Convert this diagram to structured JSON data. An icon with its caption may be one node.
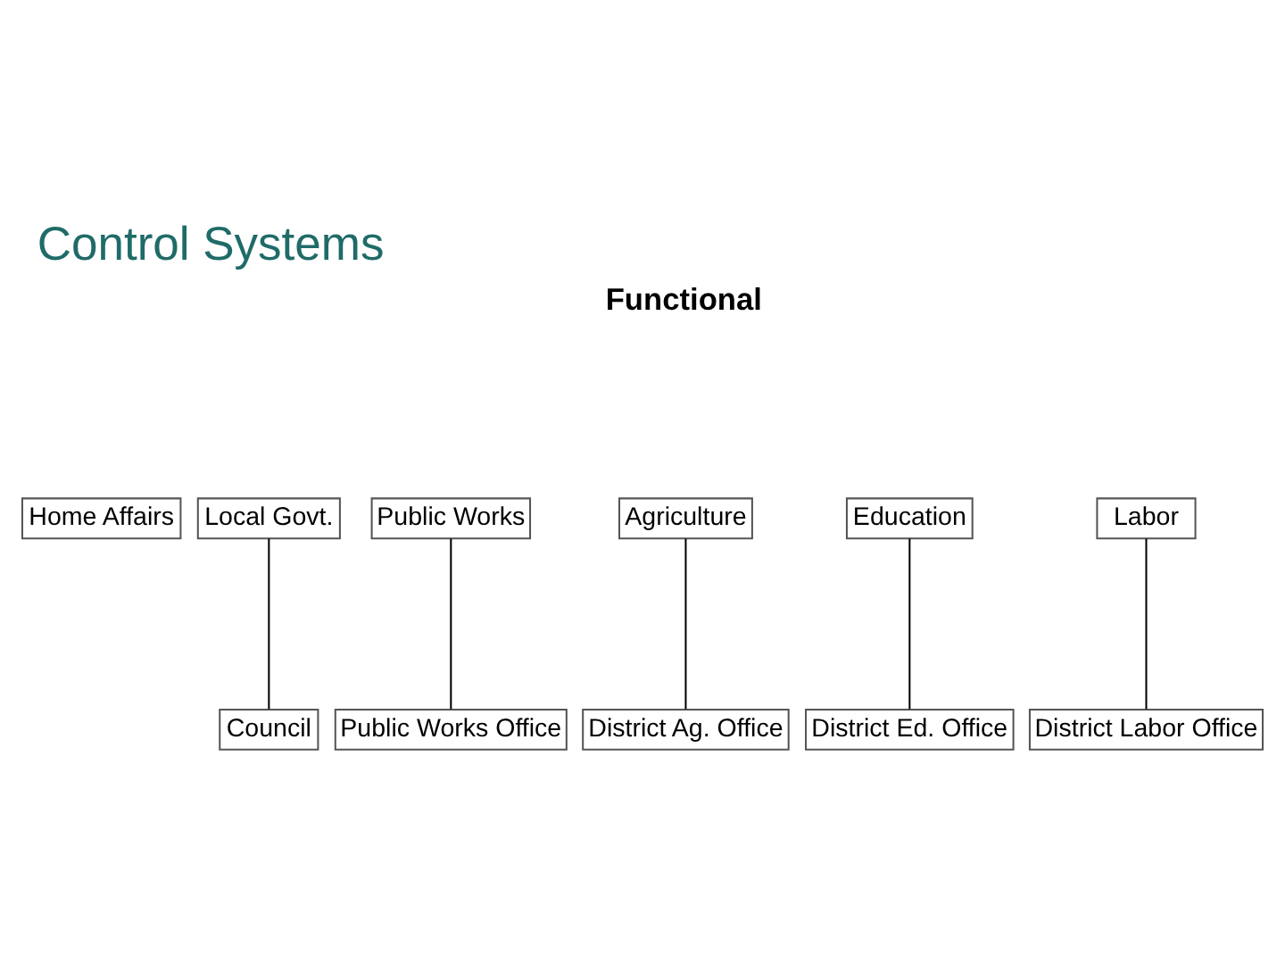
{
  "diagram": {
    "title": "Control Systems",
    "nodes": [
      {
        "text": [
          "Home Affairs"
        ]
      },
      {
        "text": [
          "Local Govt."
        ]
      },
      {
        "text": [
          "Public Works"
        ]
      },
      {
        "text": [
          "Agriculture"
        ]
      },
      {
        "text": [
          "Education"
        ]
      },
      {
        "text": [
          "Labor"
        ]
      },
      {
        "text": [
          "Council"
        ]
      },
      {
        "text": [
          "Public Works Office"
        ]
      },
      {
        "text": [
          "District Ag. Office"
        ]
      },
      {
        "text": [
          "District Ed. Office"
        ]
      },
      {
        "text": [
          "District Labor Office"
        ]
      }
    ],
    "edges": [
      {
        "from": 1,
        "to": 6,
        "arrow": "none"
      },
      {
        "from": 2,
        "to": 7,
        "arrow": "none"
      },
      {
        "from": 3,
        "to": 8,
        "arrow": "none"
      },
      {
        "from": 4,
        "to": 9,
        "arrow": "none"
      },
      {
        "from": 5,
        "to": 10,
        "arrow": "none"
      }
    ],
    "labels": [
      "Functional"
    ]
  }
}
